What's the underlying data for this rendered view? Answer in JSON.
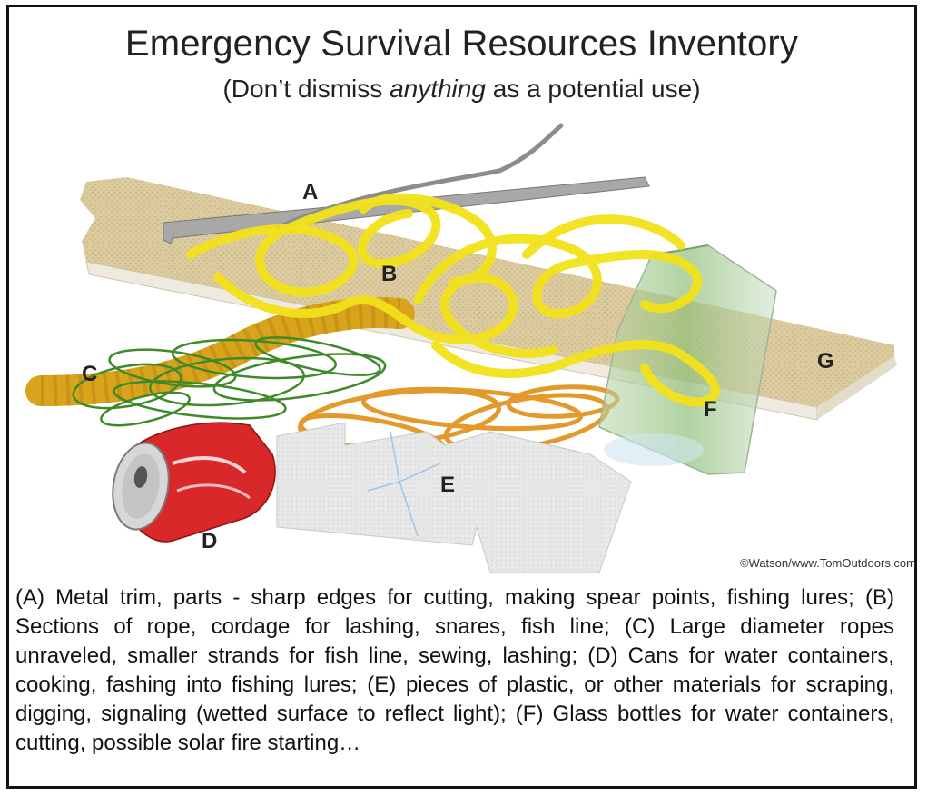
{
  "title": "Emergency Survival Resources Inventory",
  "subtitle_prefix": "(Don’t dismiss ",
  "subtitle_emphasis": "anything",
  "subtitle_suffix": " as a potential use)",
  "labels": {
    "a": "A",
    "b": "B",
    "c": "C",
    "d": "D",
    "e": "E",
    "f": "F",
    "g": "G"
  },
  "credit": "©Watson/www.TomOutdoors.com",
  "caption": "(A) Metal trim, parts - sharp edges for cutting, making spear points, fishing lures; (B) Sections of rope, cordage for lashing, snares, fish line; (C) Large diameter ropes unraveled, smaller strands for fish line, sewing, lashing; (D) Cans for water containers, cooking, fashing into fishing lures; (E) pieces of plastic, or other materials for scraping, digging, signaling (wetted surface to reflect light); (F) Glass bottles for water containers, cutting, possible solar fire starting…",
  "colors": {
    "board": "#d9c9a0",
    "metal": "#9a9a9a",
    "yellow_cord": "#f2e21a",
    "green_cord": "#3e8a2a",
    "orange_cord": "#e39a2a",
    "rope": "#d9a21a",
    "can": "#d8282a",
    "bottle": "#9cc48a",
    "plastic": "#e6e6e6"
  },
  "icons": {
    "can": "soda-can-icon",
    "bottle": "glass-bottle-icon"
  }
}
